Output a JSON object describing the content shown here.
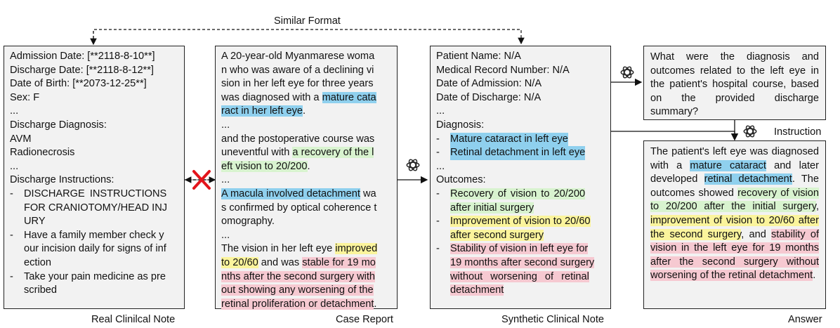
{
  "top_label": "Similar Format",
  "labels": {
    "real": "Real Clinilcal Note",
    "case": "Case Report",
    "synthetic": "Synthetic Clinical Note",
    "answer": "Answer",
    "instruction": "Instruction"
  },
  "real_note": {
    "l1": "Admission Date:  [**2118-8-10**]",
    "l2": "Discharge Date:   [**2118-8-12**]",
    "l3": "Date of Birth:  [**2073-12-25**]",
    "l4": "Sex:   F",
    "l5": "...",
    "l6": "Discharge Diagnosis:",
    "l7": "AVM",
    "l8": "Radionecrosis",
    "l9": "...",
    "l10": "Discharge Instructions:",
    "b1a": "DISCHARGE INSTRUCTIONS",
    "b1b": "FOR CRANIOTOMY/HEAD INJ",
    "b1c": "URY",
    "b2a": "Have a family member check y",
    "b2b": "our incision daily for signs of inf",
    "b2c": "ection",
    "b3a": "Take your pain medicine as pre",
    "b3b": "scribed",
    "dash": "-"
  },
  "case_report": {
    "l1": "A 20-year-old Myanmarese woma",
    "l2": "n who was aware of a declining vi",
    "l3": "sion in her left eye for three years",
    "l4a": "was diagnosed with a ",
    "l4b": "mature cata",
    "l5a": "ract in her left eye",
    "l5b": ".",
    "l6": "...",
    "l7": "and the postoperative course was",
    "l8a": "uneventful with ",
    "l8b": "a recovery of the l",
    "l9a": "eft vision to 20/200",
    "l9b": ".",
    "l10": "...",
    "l11a": "A macula involved detachment",
    "l11b": " wa",
    "l12": "s confirmed by optical coherence t",
    "l13": "omography.",
    "l14": "...",
    "l15a": "The vision in her left eye ",
    "l15b": "improved",
    "l16a": "to 20/60",
    "l16b": " and was ",
    "l16c": "stable for 19 mo",
    "l17": "nths after the second surgery with",
    "l18": "out showing any worsening of the",
    "l19a": "retinal proliferation or detachment",
    "l19b": "."
  },
  "synthetic_note": {
    "l1": "Patient Name: N/A",
    "l2": "Medical Record Number: N/A",
    "l3": "Date of Admission: N/A",
    "l4": "Date of Discharge: N/A",
    "l5": "...",
    "l6": "Diagnosis:",
    "d1": "Mature cataract in left eye",
    "d2": "Retinal detachment in left eye",
    "l7": "...",
    "l8": "Outcomes:",
    "o1a": "Recovery of vision to 20/200",
    "o1b": "after initial surgery",
    "o2a": "Improvement of vision to 20/60",
    "o2b": "after second surgery",
    "o3a": "Stability of vision in left eye for",
    "o3b": "19 months after second surgery",
    "o3c": "without worsening of retinal",
    "o3d": "detachment",
    "dash": "-"
  },
  "question": "What were the diagnosis and outcomes related to the left eye in the patient's hospital course, based on the provided discharge summary?",
  "answer": {
    "p1": "The patient's left eye was diagnosed with a ",
    "h1": "mature cataract",
    "p2": " and later developed ",
    "h2": "retinal detachment",
    "p3": ". The outcomes showed ",
    "h3": "recovery of vision to 20/200 after the initial surgery",
    "p4": ", ",
    "h4": "improvement of vision to 20/60 after the second surgery",
    "p5": ", and ",
    "h5": "stability of vision in the left eye for 19 months after the second surgery without worsening of the retinal detachment",
    "p6": "."
  },
  "colors": {
    "blue": "#8fd0ee",
    "green": "#d8f3cf",
    "yellow": "#fbf49c",
    "pink": "#f6c9d1",
    "cross": "#e3141b"
  },
  "icons": [
    "openai-logo-icon",
    "cross-icon"
  ]
}
